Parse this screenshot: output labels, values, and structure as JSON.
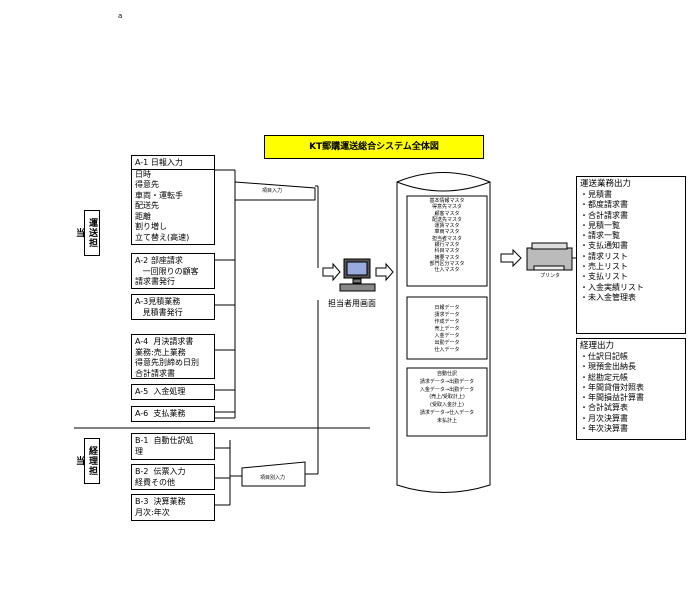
{
  "page_mark": "a",
  "title": "KT郵購運送総合システム全体図",
  "groups": {
    "transport": "運送担当",
    "accounting": "経理担当"
  },
  "a_boxes": [
    {
      "lines": [
        "A-1 日報入力",
        "日時",
        "得意先",
        "車両・運転手",
        "配送先",
        "距離",
        "割り増し",
        "立て替え(高速)"
      ]
    },
    {
      "lines": [
        "A-2 部座請求",
        "   一回限りの顧客",
        "請求書発行"
      ]
    },
    {
      "lines": [
        "A-3見積業務",
        "   見積書発行"
      ]
    },
    {
      "lines": [
        "A-4  月決請求書",
        "業務:売上業務",
        "得意先別締め日別",
        "合計請求書"
      ]
    },
    {
      "lines": [
        "A-5  入金処理"
      ]
    },
    {
      "lines": [
        "A-6  支払業務"
      ]
    }
  ],
  "b_boxes": [
    {
      "lines": [
        "B-1  自動仕訳処",
        "理"
      ]
    },
    {
      "lines": [
        "B-2  伝票入力",
        "経費その他"
      ]
    },
    {
      "lines": [
        "B-3  決算業務",
        "月次:年次"
      ]
    }
  ],
  "connectors": {
    "top_input": "項目入力",
    "bottom_input": "項目別入力"
  },
  "terminal_label": "担当者用画面",
  "db_sections": {
    "masters": [
      "基本情報マスタ",
      "得意先マスタ",
      "顧客マスタ",
      "配送先マスタ",
      "運賃マスタ",
      "車両マスタ",
      "担当者マスタ",
      "銀行マスタ",
      "科目マスタ",
      "摘要マスタ",
      "部門区分マスタ",
      "仕入マスタ"
    ],
    "data": [
      "日報データ",
      "請求データ",
      "作成データ",
      "売上データ",
      "入金データ",
      "出勤データ",
      "仕入データ"
    ],
    "journal": [
      "自動仕訳",
      "請求データ→出勤データ",
      "入金データ→出勤データ",
      "(売上/受取計上)",
      "(受取入金計上)",
      "請求データ→仕入データ",
      "未払計上"
    ]
  },
  "printer_label": "プリンタ",
  "output_transport": {
    "heading": "運送業務出力",
    "items": [
      "・見積書",
      "・都度請求書",
      "・合計請求書",
      "・見積一覧",
      "・請求一覧",
      "・支払通知書",
      "・請求リスト",
      "・売上リスト",
      "・支払リスト",
      "・入金実績リスト",
      "・未入金管理表"
    ]
  },
  "output_accounting": {
    "heading": "経理出力",
    "items": [
      "・仕訳日記帳",
      "・現預金出納長",
      "・総勘定元帳",
      "・年間貸借対照表",
      "・年間損益計算書",
      "・合計試算表",
      "・月次決算書",
      "・年次決算書"
    ]
  }
}
